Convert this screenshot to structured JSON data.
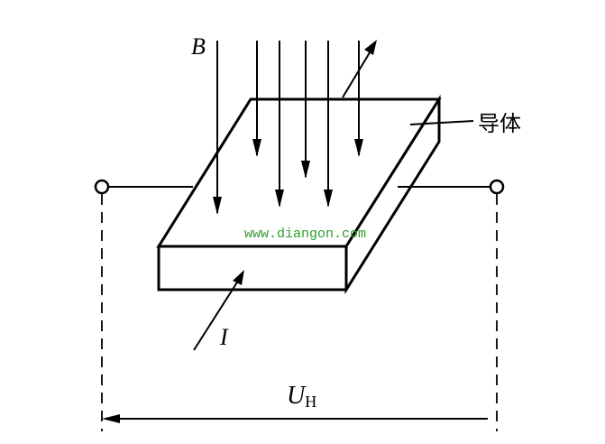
{
  "labels": {
    "magnetic_field": "B",
    "conductor": "导体",
    "current": "I",
    "hall_voltage_main": "U",
    "hall_voltage_sub": "H",
    "watermark": "www.diangon.com"
  },
  "colors": {
    "line": "#000000",
    "watermark": "#2e9e2e",
    "background": "#ffffff"
  },
  "icons": {
    "field_arrow": "down-arrow-icon",
    "terminal": "open-circle-icon"
  }
}
